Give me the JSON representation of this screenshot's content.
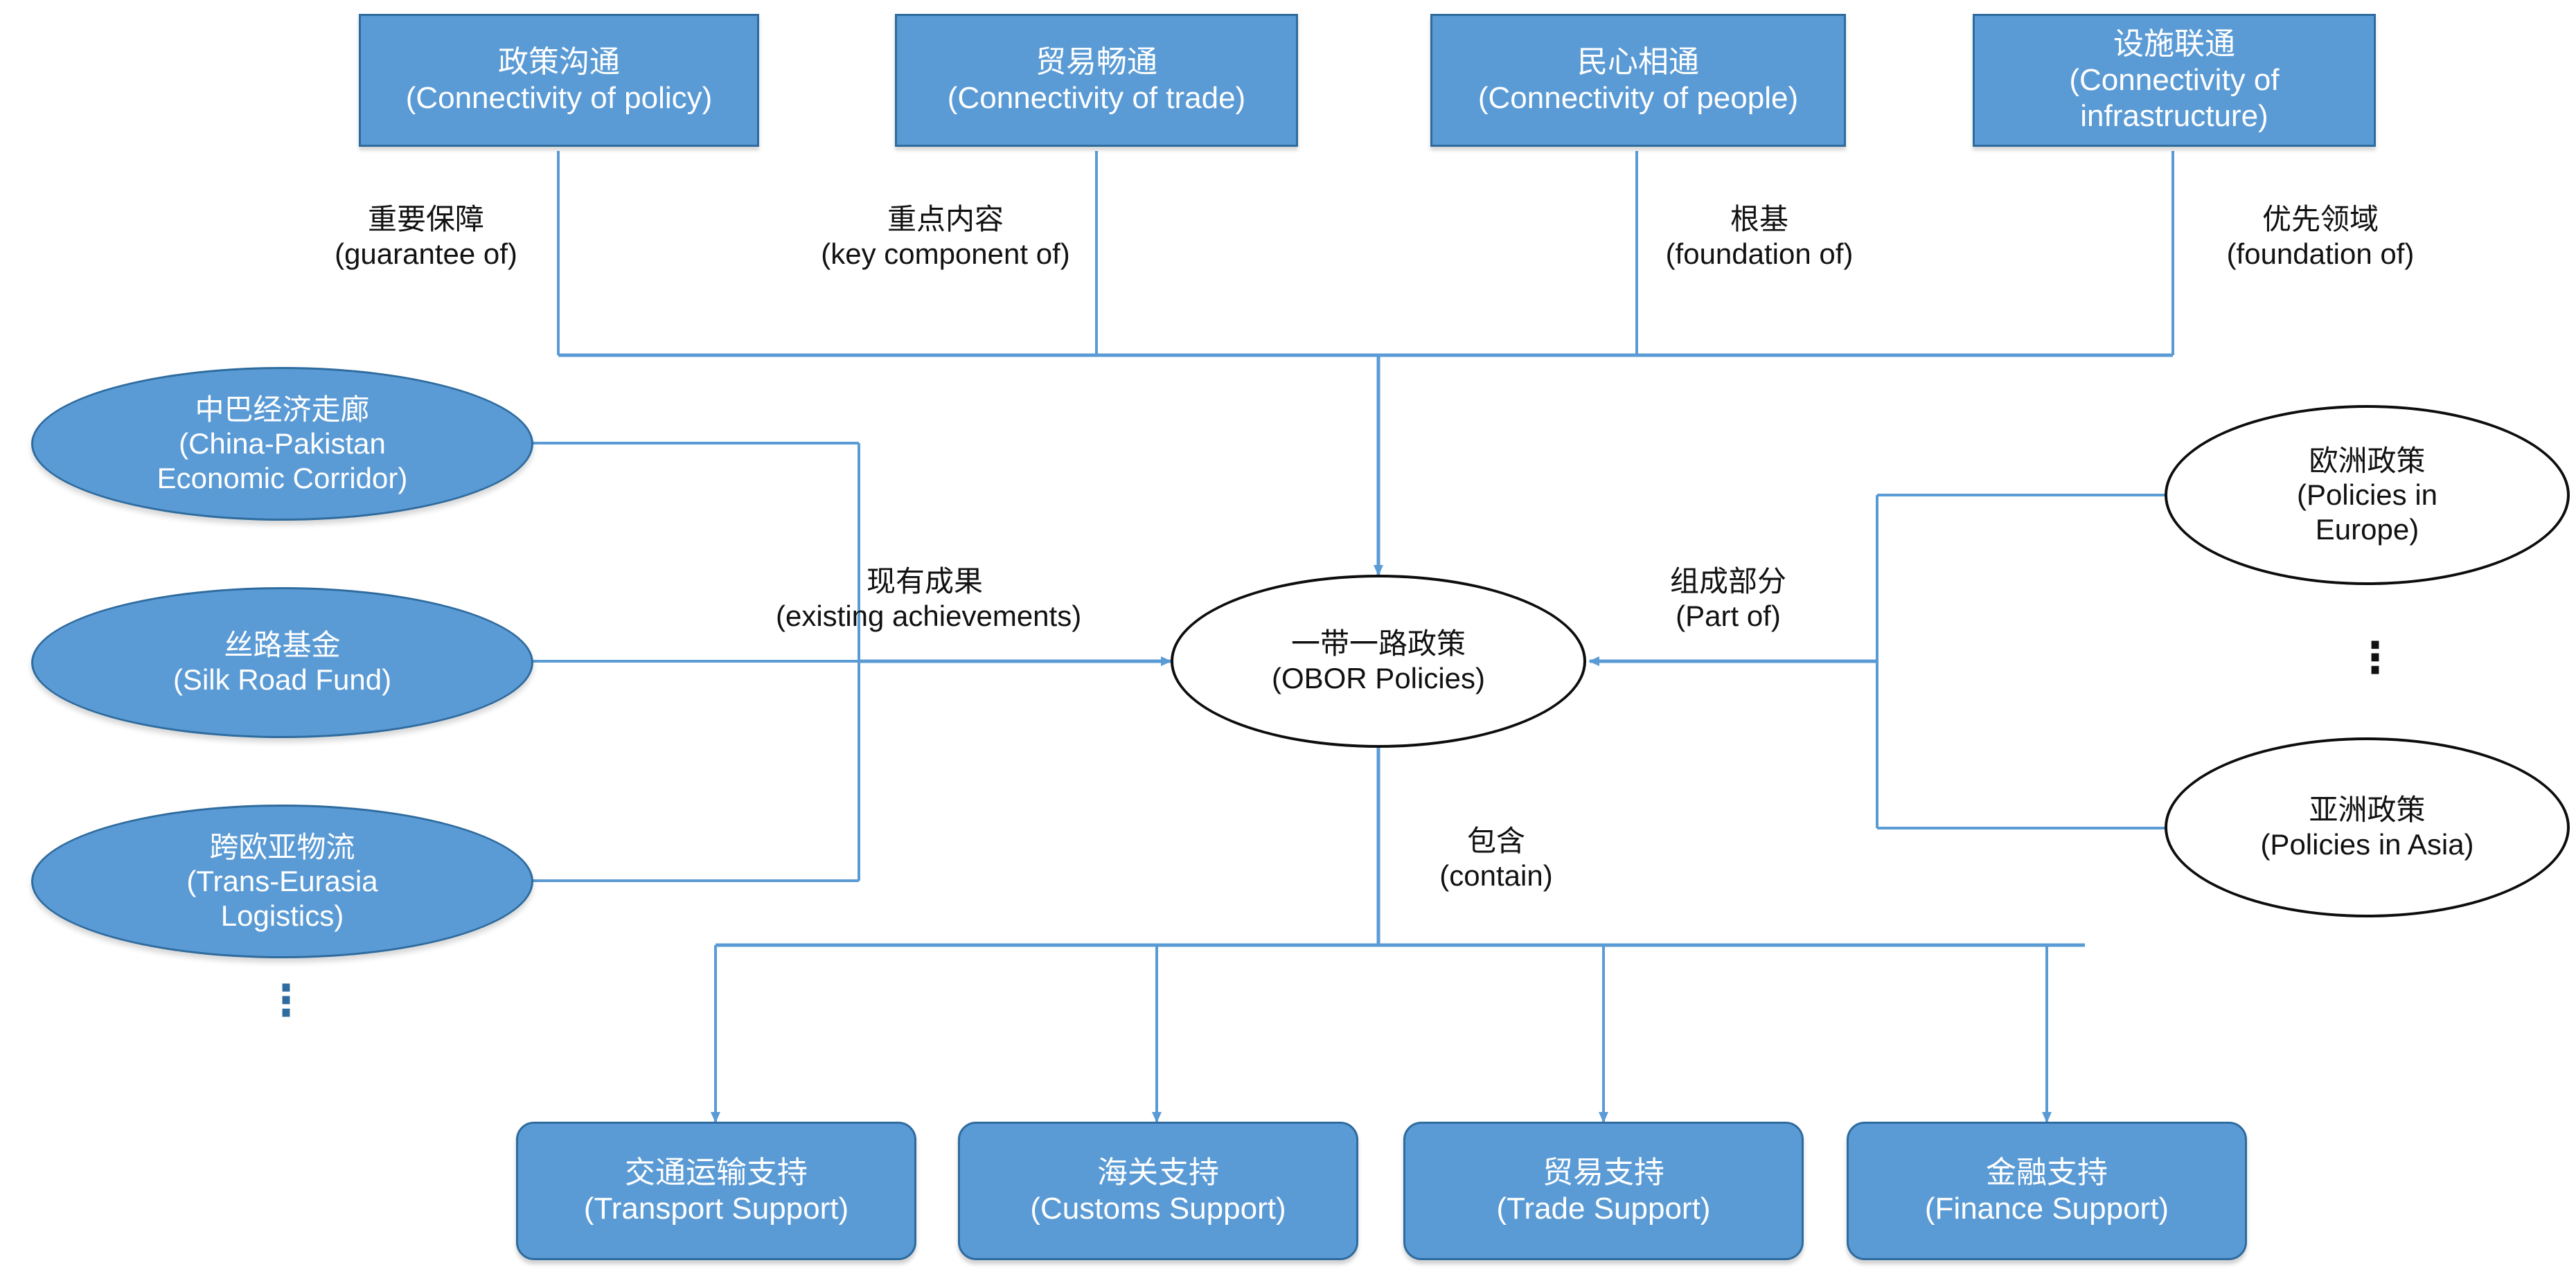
{
  "diagram": {
    "title": "OBOR Policies knowledge graph",
    "colors": {
      "node_fill": "#5B9BD5",
      "node_border": "#2E6B9E",
      "edge_line": "#5B9BD5",
      "outline_node_border": "#0D0D0D",
      "text_on_fill": "#FFFFFF",
      "text_plain": "#111111",
      "background": "#FFFFFF"
    },
    "top_nodes": [
      {
        "cn": "政策沟通",
        "en": "(Connectivity of policy)"
      },
      {
        "cn": "贸易畅通",
        "en": "(Connectivity of trade)"
      },
      {
        "cn": "民心相通",
        "en": "(Connectivity of people)"
      },
      {
        "cn": "设施联通",
        "en": "(Connectivity of",
        "en2": "infrastructure)"
      }
    ],
    "top_edge_labels": [
      {
        "cn": "重要保障",
        "en": "(guarantee of)"
      },
      {
        "cn": "重点内容",
        "en": "(key component of)"
      },
      {
        "cn": "根基",
        "en": "(foundation of)"
      },
      {
        "cn": "优先领域",
        "en": "(foundation of)"
      }
    ],
    "left_nodes": [
      {
        "cn": "中巴经济走廊",
        "en": "(China-Pakistan",
        "en2": "Economic Corridor)"
      },
      {
        "cn": "丝路基金",
        "en": "(Silk Road Fund)"
      },
      {
        "cn": "跨欧亚物流",
        "en": "(Trans-Eurasia",
        "en2": "Logistics)"
      }
    ],
    "left_more_indicator": "⋮",
    "left_edge_label": {
      "cn": "现有成果",
      "en": "(existing achievements)"
    },
    "center_node": {
      "cn": "一带一路政策",
      "en": "(OBOR Policies)"
    },
    "right_edge_label": {
      "cn": "组成部分",
      "en": "(Part of)"
    },
    "right_nodes": [
      {
        "cn": "欧洲政策",
        "en": "(Policies in",
        "en2": "Europe)"
      },
      {
        "cn": "亚洲政策",
        "en": "(Policies in Asia)"
      }
    ],
    "right_more_indicator": "⋮",
    "bottom_edge_label": {
      "cn": "包含",
      "en": "(contain)"
    },
    "bottom_nodes": [
      {
        "cn": "交通运输支持",
        "en": "(Transport Support)"
      },
      {
        "cn": "海关支持",
        "en": "(Customs Support)"
      },
      {
        "cn": "贸易支持",
        "en": "(Trade Support)"
      },
      {
        "cn": "金融支持",
        "en": "(Finance Support)"
      }
    ]
  }
}
